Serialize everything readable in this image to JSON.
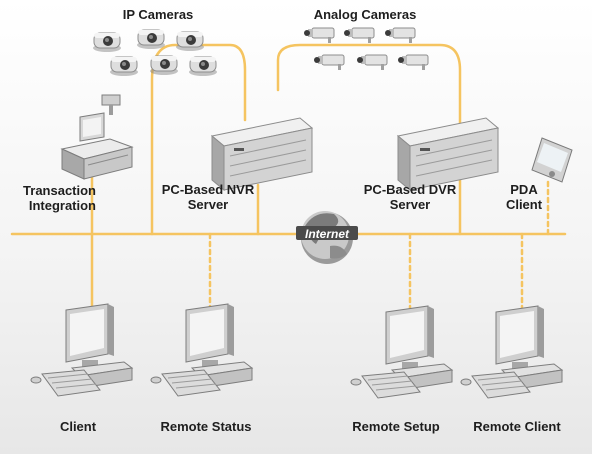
{
  "labels": {
    "ip_cameras": "IP Cameras",
    "analog_cameras": "Analog Cameras",
    "transaction_line1": "Transaction",
    "transaction_line2": "Integration",
    "nvr_line1": "PC-Based NVR",
    "nvr_line2": "Server",
    "dvr_line1": "PC-Based DVR",
    "dvr_line2": "Server",
    "pda_line1": "PDA",
    "pda_line2": "Client",
    "internet": "Internet",
    "client": "Client",
    "remote_status": "Remote Status",
    "remote_setup": "Remote Setup",
    "remote_client": "Remote Client"
  },
  "icons": {
    "ip_camera": "ip-camera-icon",
    "analog_camera": "analog-camera-icon",
    "server": "server-icon",
    "pos_terminal": "pos-terminal-icon",
    "pda": "pda-icon",
    "globe": "internet-globe-icon",
    "workstation": "desktop-workstation-icon"
  },
  "colors": {
    "network_line": "#f5c460",
    "text": "#1e1e1e",
    "device_body": "#d9d9d9",
    "device_shadow": "#9a9a9a"
  }
}
